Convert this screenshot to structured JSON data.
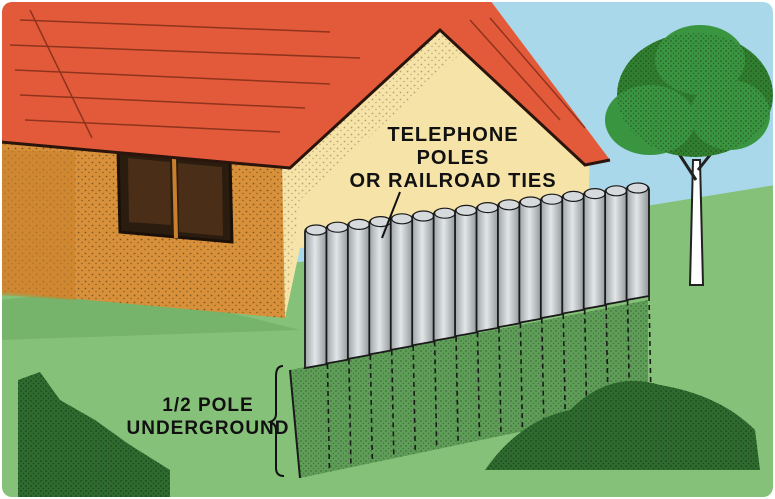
{
  "labels": {
    "poles": [
      "TELEPHONE",
      "POLES",
      "OR RAILROAD TIES"
    ],
    "underground": [
      "1/2 POLE",
      "UNDERGROUND"
    ]
  },
  "colors": {
    "sky": "#a8d8ea",
    "grass": "#86c17a",
    "roof": "#e35a3a",
    "brick": "#d8913a",
    "gable": "#f6e3a8",
    "pole": "#c7cccf",
    "buried": "#5f9e58"
  }
}
